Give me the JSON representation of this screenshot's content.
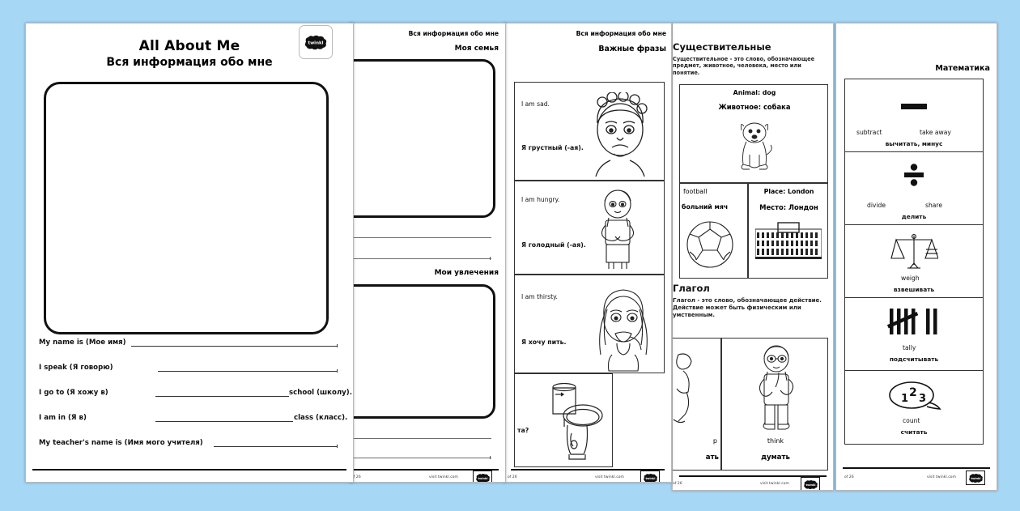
{
  "background_color": "#a6d7f5",
  "brand": {
    "logo_text": "twinkl",
    "logo_name": "twinkl-logo"
  },
  "footer": {
    "visit": "visit twinkl.com",
    "page_of": "of 26"
  },
  "pages": [
    {
      "id": "page-1",
      "title_en": "All About Me",
      "title_ru": "Вся информация обо мне",
      "fields": [
        {
          "label": "My name is (Мое имя)",
          "suffix": ""
        },
        {
          "label": "I speak (Я говорю)",
          "suffix": ""
        },
        {
          "label": "I go to (Я хожу в)",
          "suffix": "school (школу)."
        },
        {
          "label": "I am in (Я в)",
          "suffix": "class (класс)."
        },
        {
          "label": "My teacher's name is (Имя мого учителя)",
          "suffix": ""
        }
      ]
    },
    {
      "id": "page-2",
      "header_ru": "Вся информация обо мне",
      "section_1": "Моя семья",
      "section_2": "Мои увлечения"
    },
    {
      "id": "page-3",
      "header_ru": "Вся информация обо мне",
      "subtitle_ru": "Важные фразы",
      "cards": [
        {
          "en": "I am sad.",
          "ru": "Я грустный (-ая).",
          "icon": "sad-face-illustration"
        },
        {
          "en": "I am hungry.",
          "ru": "Я голодный (-ая).",
          "icon": "hungry-boy-illustration"
        },
        {
          "en": "I am thirsty.",
          "ru": "Я хочу пить.",
          "icon": "girl-drinking-illustration"
        },
        {
          "en": "",
          "ru": "та?",
          "icon": "toilet-illustration"
        }
      ]
    },
    {
      "id": "page-4",
      "noun_title": "Существительные",
      "noun_def": "Существительное - это слово, обозначающее предмет, животное, человека, место или понятие.",
      "noun_cards": [
        {
          "en": "Animal: dog",
          "ru": "Животное: собака",
          "icon": "dog-illustration"
        },
        {
          "en": "football",
          "ru": "больний мяч",
          "icon": "football-illustration"
        },
        {
          "en": "Place: London",
          "ru": "Место: Лондон",
          "icon": "london-building-illustration"
        }
      ],
      "verb_title": "Глагол",
      "verb_def": "Глагол - это слово, обозначающее действие. Действие может быть физическим или умственным.",
      "verb_cards": [
        {
          "en": "р",
          "ru": "ать",
          "icon": "running-illustration"
        },
        {
          "en": "think",
          "ru": "думать",
          "icon": "thinking-girl-illustration"
        }
      ]
    },
    {
      "id": "page-5",
      "title_ru": "Математика",
      "rows": [
        {
          "symbol": "minus-symbol",
          "en_left": "subtract",
          "en_right": "take away",
          "ru": "вычитать, минус"
        },
        {
          "symbol": "divide-symbol",
          "en_left": "divide",
          "en_right": "share",
          "ru": "делить"
        },
        {
          "symbol": "scales-icon",
          "en_left": "weigh",
          "en_right": "",
          "ru": "взвешивать"
        },
        {
          "symbol": "tally-marks-icon",
          "en_left": "tally",
          "en_right": "",
          "ru": "подсчитывать"
        },
        {
          "symbol": "count-bubble-icon",
          "en_left": "count",
          "en_right": "",
          "ru": "считать"
        }
      ]
    }
  ]
}
